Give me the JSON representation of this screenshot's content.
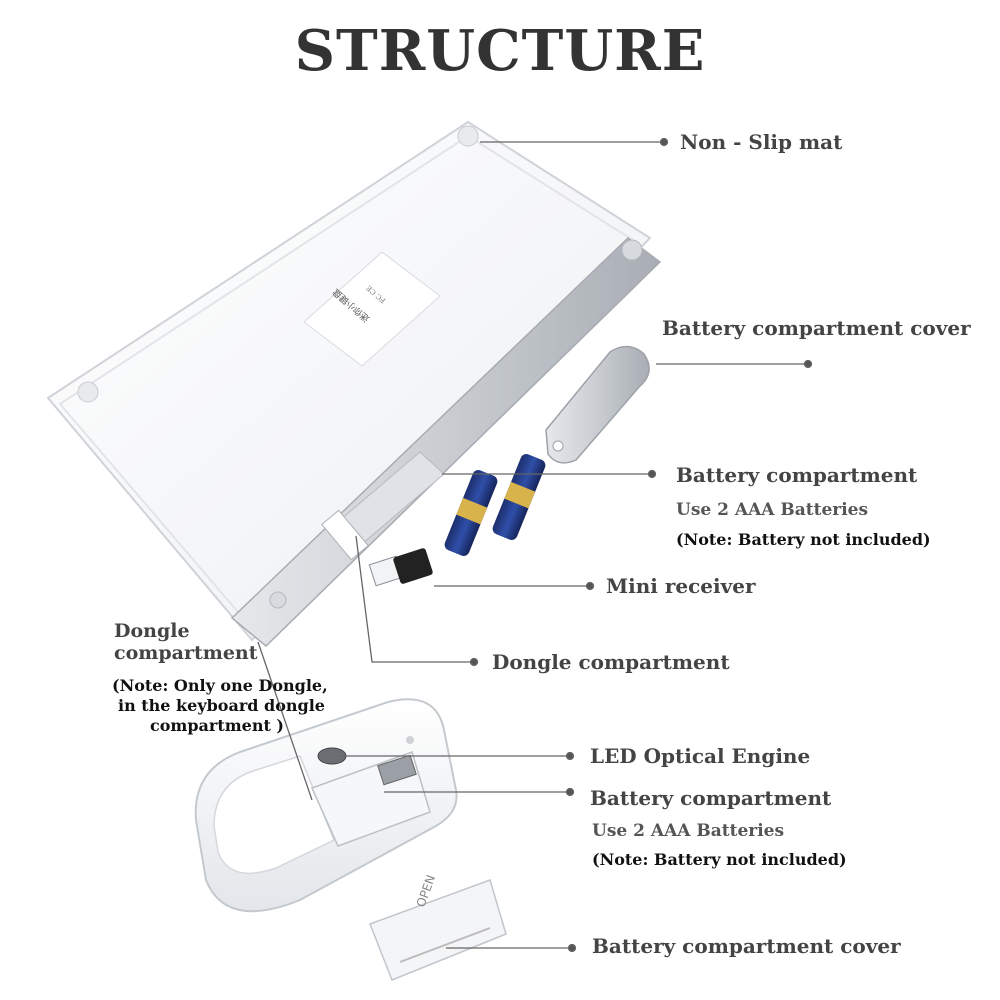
{
  "title": "STRUCTURE",
  "labels": {
    "non_slip_mat": "Non - Slip mat",
    "kb_battery_cover": "Battery compartment cover",
    "kb_battery_compartment": "Battery compartment",
    "kb_batteries": "Use 2 AAA Batteries",
    "kb_battery_note": "(Note: Battery not included)",
    "mini_receiver": "Mini receiver",
    "dongle_compartment": "Dongle compartment",
    "dongle_left_title_1": "Dongle",
    "dongle_left_title_2": "compartment",
    "dongle_left_note_1": "(Note: Only one Dongle,",
    "dongle_left_note_2": "in the keyboard dongle",
    "dongle_left_note_3": "compartment  )",
    "led_engine": "LED Optical Engine",
    "mouse_battery_compartment": "Battery compartment",
    "mouse_batteries": "Use 2 AAA Batteries",
    "mouse_battery_note": "(Note: Battery not included)",
    "mouse_battery_cover": "Battery compartment cover"
  },
  "product_labels": {
    "mouse_cover_text": "OPEN"
  },
  "colors": {
    "text": "#333333",
    "leader_line": "#666666",
    "device_body": "#f2f3f5",
    "device_silver": "#c8ccd1"
  }
}
